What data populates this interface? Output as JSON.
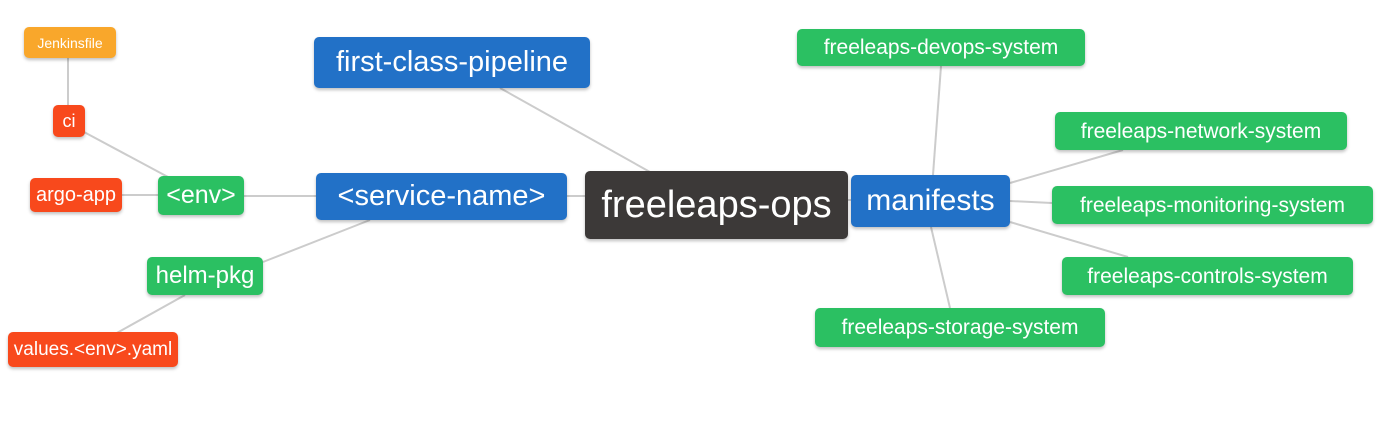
{
  "diagram": {
    "type": "mindmap",
    "root_label": "freeleaps-ops",
    "palette": {
      "root": "#3c3938",
      "branch": "#2271c7",
      "leaf_green": "#2bc062",
      "leaf_red": "#f8491c",
      "leaf_orange": "#f9a72b",
      "edge": "#cccccc",
      "text": "#ffffff",
      "background": "#ffffff"
    },
    "nodes": [
      {
        "id": "jenkinsfile",
        "label": "Jenkinsfile",
        "color": "leaf_orange"
      },
      {
        "id": "ci",
        "label": "ci",
        "color": "leaf_red"
      },
      {
        "id": "argo-app",
        "label": "argo-app",
        "color": "leaf_red"
      },
      {
        "id": "env",
        "label": "<env>",
        "color": "leaf_green"
      },
      {
        "id": "helm-pkg",
        "label": "helm-pkg",
        "color": "leaf_green"
      },
      {
        "id": "values-env-yaml",
        "label": "values.<env>.yaml",
        "color": "leaf_red"
      },
      {
        "id": "first-class-pipeline",
        "label": "first-class-pipeline",
        "color": "branch"
      },
      {
        "id": "service-name",
        "label": "<service-name>",
        "color": "branch"
      },
      {
        "id": "freeleaps-ops",
        "label": "freeleaps-ops",
        "color": "root"
      },
      {
        "id": "manifests",
        "label": "manifests",
        "color": "branch"
      },
      {
        "id": "freeleaps-devops-system",
        "label": "freeleaps-devops-system",
        "color": "leaf_green"
      },
      {
        "id": "freeleaps-network-system",
        "label": "freeleaps-network-system",
        "color": "leaf_green"
      },
      {
        "id": "freeleaps-monitoring-system",
        "label": "freeleaps-monitoring-system",
        "color": "leaf_green"
      },
      {
        "id": "freeleaps-controls-system",
        "label": "freeleaps-controls-system",
        "color": "leaf_green"
      },
      {
        "id": "freeleaps-storage-system",
        "label": "freeleaps-storage-system",
        "color": "leaf_green"
      }
    ],
    "edges": [
      [
        "jenkinsfile",
        "ci"
      ],
      [
        "ci",
        "env"
      ],
      [
        "argo-app",
        "env"
      ],
      [
        "env",
        "service-name"
      ],
      [
        "helm-pkg",
        "service-name"
      ],
      [
        "values-env-yaml",
        "helm-pkg"
      ],
      [
        "first-class-pipeline",
        "freeleaps-ops"
      ],
      [
        "service-name",
        "freeleaps-ops"
      ],
      [
        "freeleaps-ops",
        "manifests"
      ],
      [
        "manifests",
        "freeleaps-devops-system"
      ],
      [
        "manifests",
        "freeleaps-network-system"
      ],
      [
        "manifests",
        "freeleaps-monitoring-system"
      ],
      [
        "manifests",
        "freeleaps-controls-system"
      ],
      [
        "manifests",
        "freeleaps-storage-system"
      ]
    ]
  }
}
